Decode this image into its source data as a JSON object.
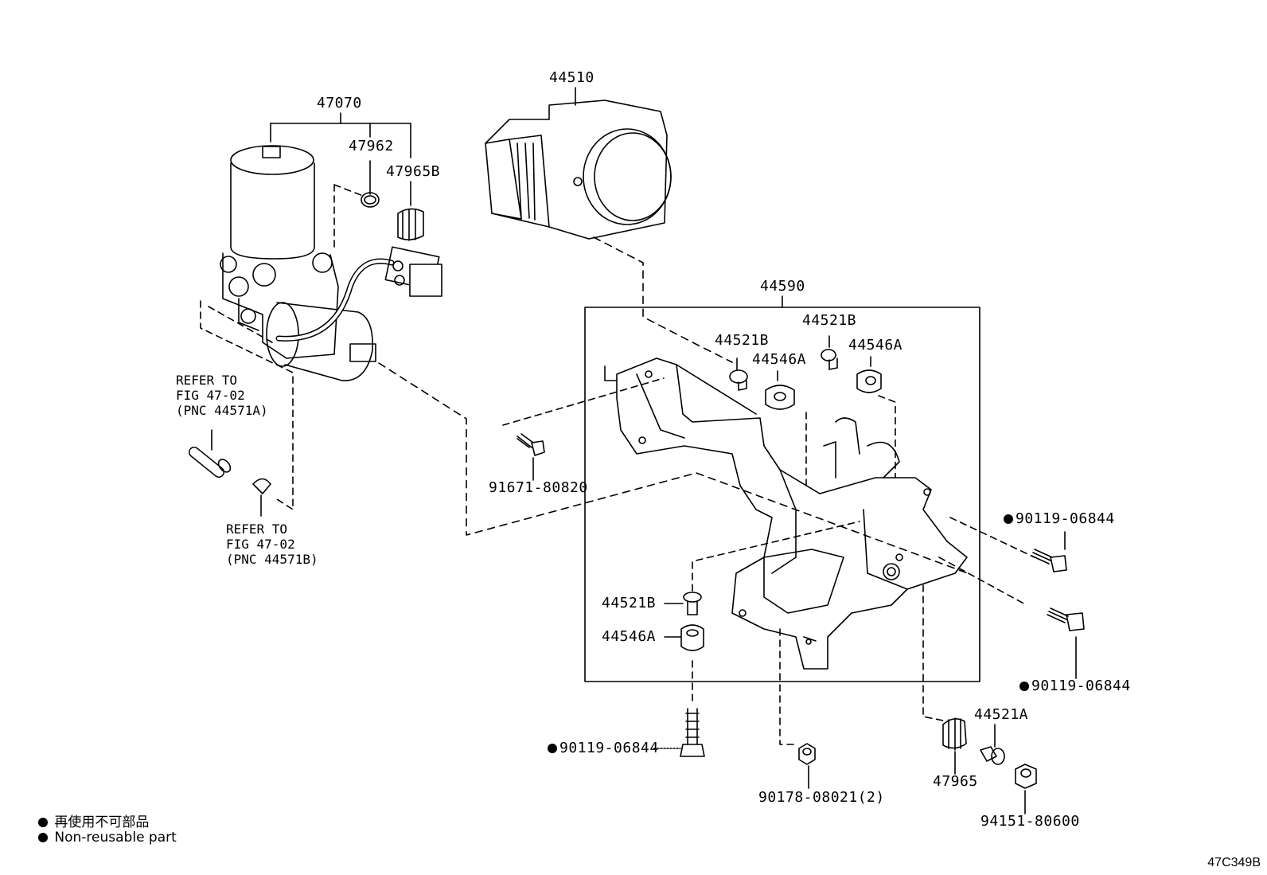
{
  "parts": {
    "p47070": "47070",
    "p47962": "47962",
    "p47965B": "47965B",
    "p44510": "44510",
    "p44590": "44590",
    "p44521B_a": "44521B",
    "p44521B_b": "44521B",
    "p44546A_a": "44546A",
    "p44546A_b": "44546A",
    "p91671": "91671-80820",
    "p90119_a": "90119-06844",
    "p90119_b": "90119-06844",
    "p44521B_c": "44521B",
    "p44546A_c": "44546A",
    "p90119_c": "90119-06844",
    "p90178": "90178-08021(2)",
    "p47965": "47965",
    "p44521A": "44521A",
    "p94151": "94151-80600"
  },
  "refers": {
    "a_line1": "REFER TO",
    "a_line2": "FIG 47-02",
    "a_line3": "(PNC 44571A)",
    "b_line1": "REFER TO",
    "b_line2": "FIG 47-02",
    "b_line3": "(PNC 44571B)"
  },
  "legend": {
    "jp": "再使用不可部品",
    "en": "Non-reusable part"
  },
  "figure_id": "47C349B"
}
